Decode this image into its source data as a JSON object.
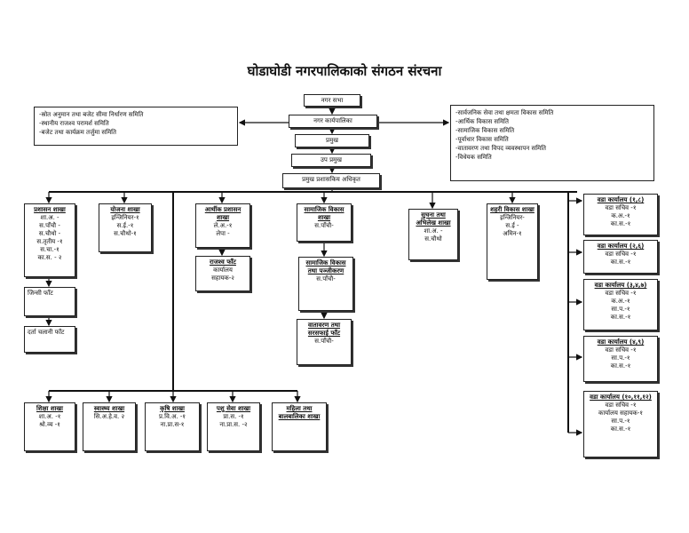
{
  "title": "घोडाघोडी नगरपालिकाको संगठन संरचना",
  "top": {
    "sabha": "नगर सभा",
    "karyapalika": "नगर कार्यपालिका",
    "pramukh": "प्रमुख",
    "upa_pramukh": "उप प्रमुख",
    "cao": "प्रमुख प्रशासकिय अधिकृत"
  },
  "left_committees": [
    "-स्रोत अनुमान तथा बजेट सीमा निर्धारण समिति",
    "-स्थानीय राजश्व परामर्श समिति",
    "-बजेट तथा कार्यक्रम तर्जुमा समिति"
  ],
  "right_committees": [
    "-सार्वजनिक सेवा तथा क्षमता विकास समिति",
    "-आर्थिक विकास समिति",
    "-सामाजिक विकास समिति",
    "-पूर्वाधार विकास समिति",
    "-वातावरण तथा विपद व्यवस्थापन समिति",
    "-विधेयक समिति"
  ],
  "sections": {
    "prashasan": {
      "head": "प्रशासन शाखा",
      "lines": [
        "शा.अ. -",
        "स.पाँचौ -",
        "स.चौथो -",
        "स.तृतीय -१",
        "स.चा.-१",
        "का.स. - २"
      ]
    },
    "jinsi": {
      "head": "जिन्सी फाँट",
      "lines": []
    },
    "darta": {
      "head": "दर्ता चलानी फाँट",
      "lines": []
    },
    "yojana": {
      "head": "योजना शाखा",
      "lines": [
        "इन्जिनियर-१",
        "स.ई.-१",
        "स.चौथो-१"
      ]
    },
    "arthik": {
      "head": "आर्थीक प्रशासन शाखा",
      "lines": [
        "ले.अ.-१",
        "लेपा -"
      ]
    },
    "rajaswa": {
      "head": "राजश्व फाँट",
      "lines": [
        "कार्यालय",
        "सहायक-२"
      ]
    },
    "samajik": {
      "head": "सामाजिक विकास शाखा",
      "lines": [
        "स.पाँचौ-"
      ]
    },
    "samajik2": {
      "head": "सामाजिक विकास तथा पञ्जीकरण",
      "lines": [
        "स.पाँचौ-"
      ]
    },
    "vatavaran": {
      "head": "वातावरण तथा सरसफाई फाँट",
      "lines": [
        "स.पाँचौ-"
      ]
    },
    "suchana": {
      "head": "सुचना तथा अभिलेख शाखा",
      "lines": [
        "शा.अ. -",
        "स.चौथो"
      ]
    },
    "shahari": {
      "head": "शहरी विकास शाखा",
      "lines": [
        "इन्जिनियर-",
        "स.ई -",
        "अमिन-१"
      ]
    },
    "shiksha": {
      "head": "शिक्षा शाखा",
      "lines": [
        "शा.अ. -१",
        "श्रो.व्य -१"
      ]
    },
    "swasthya": {
      "head": "स्वास्थ्य शाखा",
      "lines": [
        "सि.अ.हे.व. २"
      ]
    },
    "krishi": {
      "head": "कृषि शाखा",
      "lines": [
        "प्र.वि.अ. -१",
        "ना.प्रा.स-१"
      ]
    },
    "pashu": {
      "head": "पशु सेवा शाखा",
      "lines": [
        "प्रा.स. -१",
        "ना.प्रा.स. -२"
      ]
    },
    "mahila": {
      "head": "महिला तथा बालबालिका शाखा",
      "lines": []
    }
  },
  "wards": [
    {
      "head": "वडा कार्यालय (१,८)",
      "lines": [
        "वडा सचिव -१",
        "क.अ.-१",
        "का.स.-१"
      ]
    },
    {
      "head": "वडा कार्यालय (२,६)",
      "lines": [
        "वडा सचिव -१",
        "का.स.-१"
      ]
    },
    {
      "head": "वडा कार्यालय (३,४,७)",
      "lines": [
        "वडा सचिव -१",
        "क.अ.-१",
        "सा.प.-१",
        "का.स.-१"
      ]
    },
    {
      "head": "वडा कार्यालय (४,९)",
      "lines": [
        "वडा सचिव -१",
        "सा.प.-१",
        "का.स.-१"
      ]
    },
    {
      "head": "वडा कार्यालय (१०,११,१२)",
      "lines": [
        "वडा सचिव -१",
        "कार्यालय सहायक-१",
        "सा.प.-१",
        "का.स.-१"
      ]
    }
  ]
}
